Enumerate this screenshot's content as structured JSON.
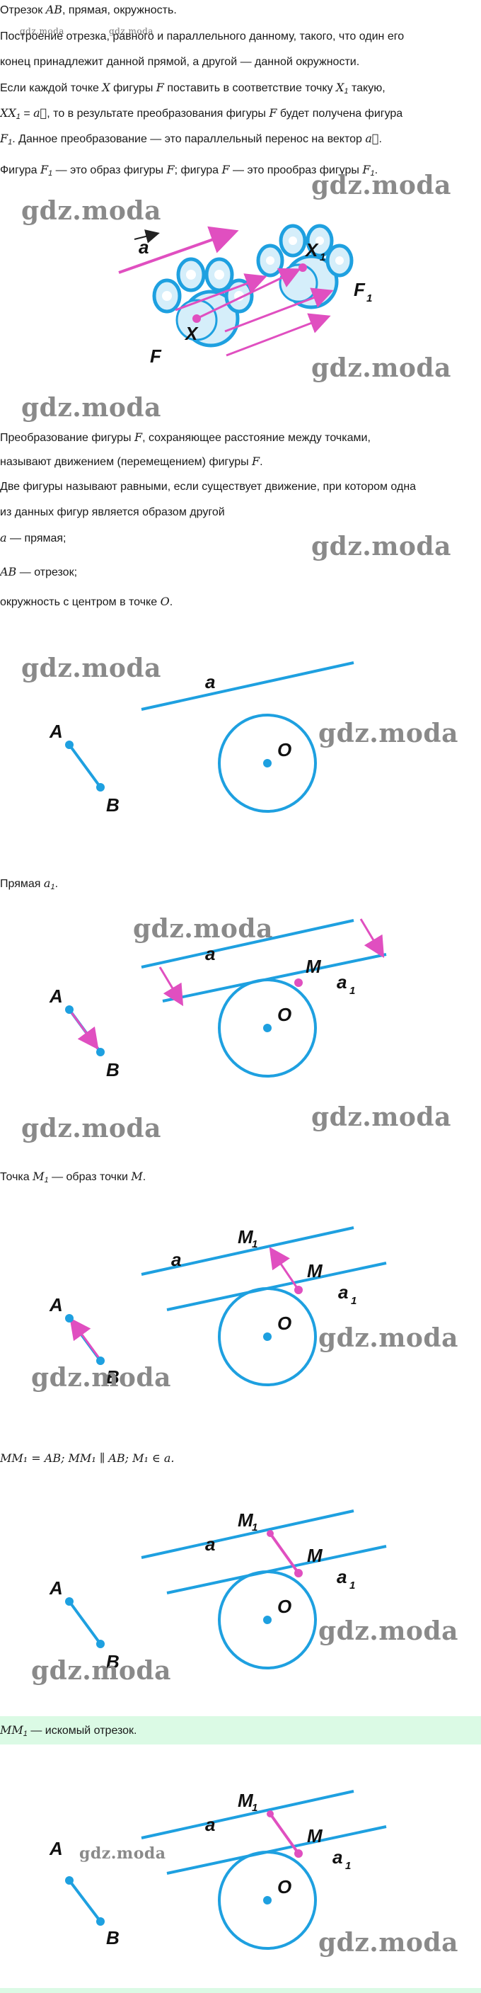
{
  "text": {
    "l1a": "Отрезок ",
    "l1m": "AB",
    "l1b": ", прямая, окружность.",
    "l2": "Построение отрезка, равного и параллельного данному, такого, что один его",
    "l3": "конец принадлежит данной прямой, а другой — данной окружности.",
    "l4a": "Если каждой точке ",
    "l4x": "X",
    "l4b": " фигуры ",
    "l4f": "F",
    "l4c": " поставить в соответствие точку ",
    "l4x1": "X",
    "l4x1s": "1",
    "l4d": " такую,",
    "l5m": "XX",
    "l5s": "1",
    "l5e": " = ",
    "l5a": "a⃗",
    "l5b": ", то в результате преобразования фигуры ",
    "l5f": "F",
    "l5c": " будет получена фигура",
    "l6f": "F",
    "l6s": "1",
    "l6a": ". Данное преобразование — это параллельный перенос на вектор ",
    "l6v": "a⃗",
    "l6b": ".",
    "l7a": "Фигура ",
    "l7f": "F",
    "l7s": "1",
    "l7b": " — это образ фигуры ",
    "l7g": "F",
    "l7c": "; фигура ",
    "l7h": "F",
    "l7d": " — это прообраз фигуры ",
    "l7i": "F",
    "l7is": "1",
    "l7e": ".",
    "l8a": "Преобразование фигуры ",
    "l8f": "F",
    "l8b": ", сохраняющее расстояние между точками,",
    "l9a": "называют движением (перемещением) фигуры ",
    "l9f": "F",
    "l9b": ".",
    "l10": "Две фигуры называют равными, если существует движение, при котором одна",
    "l11": "из данных фигур является образом другой",
    "l12m": "a",
    "l12b": " — прямая;",
    "l13m": "AB",
    "l13b": " — отрезок;",
    "l14a": "окружность с центром в точке ",
    "l14m": "O",
    "l14b": ".",
    "l15a": "Прямая ",
    "l15m": "a",
    "l15s": "1",
    "l15b": ".",
    "l16a": "Точка ",
    "l16m": "M",
    "l16s": "1",
    "l16b": " — образ точки ",
    "l16n": "M",
    "l16c": ".",
    "l17": "MM₁ = AB; MM₁ ∥ AB; M₁ ∈ a.",
    "l18m": "MM",
    "l18s": "1",
    "l18b": " — искомый отрезок."
  },
  "watermark": "gdz.moda",
  "labels": {
    "a": "a",
    "vec_a": "a⃗",
    "A": "A",
    "B": "B",
    "O": "O",
    "M": "M",
    "M1": "M",
    "a1": "a",
    "sub1": "1",
    "X": "X",
    "X1": "X",
    "F": "F",
    "F1": "F"
  },
  "colors": {
    "blue": "#1ea0e0",
    "pink": "#e04fc0",
    "fill_light": "#d5eefa",
    "highlight": "#dbfae5"
  }
}
